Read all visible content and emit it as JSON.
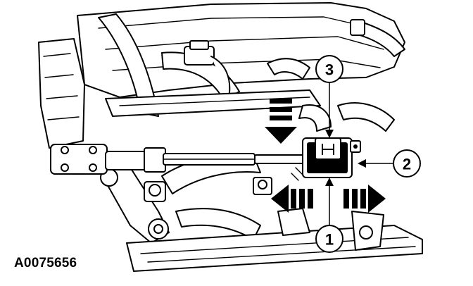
{
  "figure": {
    "id_label": "A0075656",
    "callouts": [
      {
        "number": "1"
      },
      {
        "number": "2"
      },
      {
        "number": "3"
      }
    ],
    "colors": {
      "line": "#000000",
      "background": "#ffffff"
    }
  }
}
